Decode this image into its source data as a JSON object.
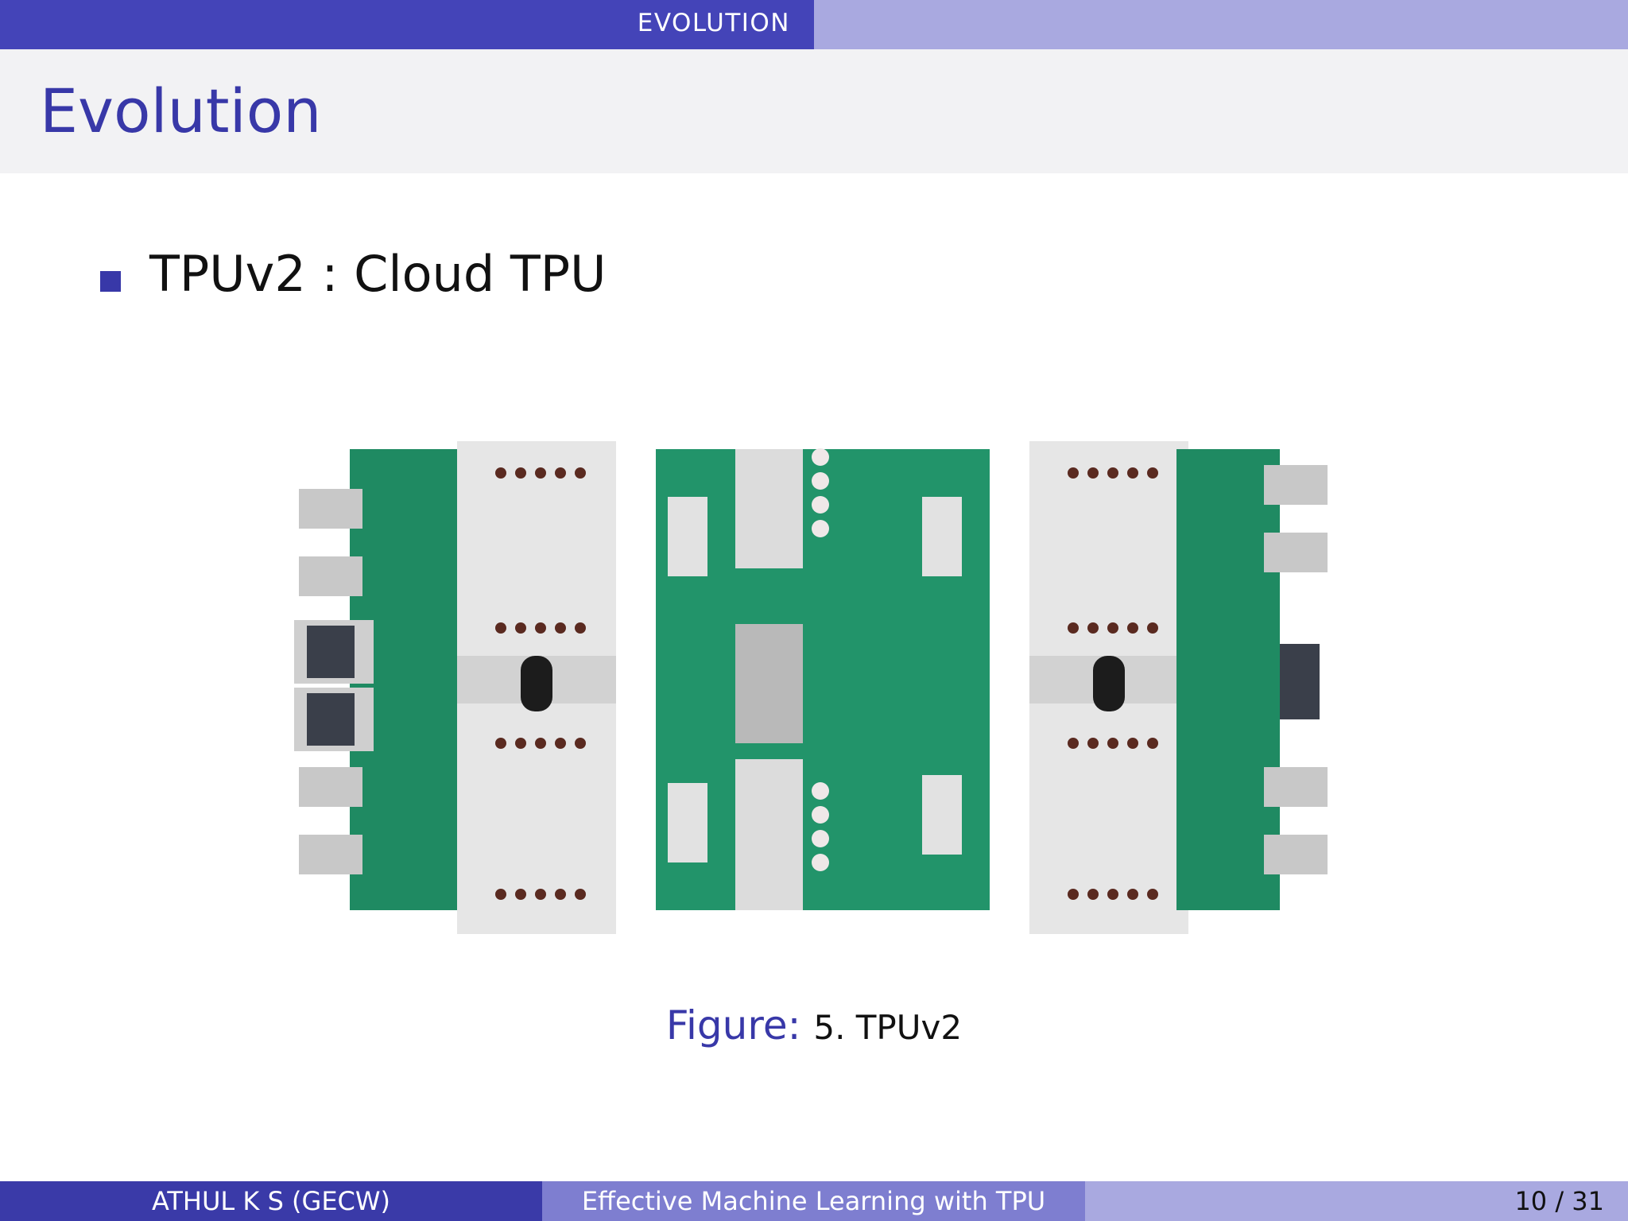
{
  "header": {
    "section": "EVOLUTION"
  },
  "frame": {
    "title": "Evolution"
  },
  "content": {
    "bullets": [
      {
        "text": "TPUv2 : Cloud TPU"
      }
    ],
    "figure": {
      "caption_label": "Figure:",
      "caption_text": "5. TPUv2"
    }
  },
  "footer": {
    "author": "ATHUL K S  (GECW)",
    "title": "Effective Machine Learning with TPU",
    "page": "10 / 31"
  },
  "colors": {
    "nav_dark": "#4444b8",
    "nav_light": "#a9a9e0",
    "title_text": "#3838a8",
    "title_bg": "#f2f2f4",
    "pcb_green": "#1f8a62",
    "heatsink": "#e6e6e6"
  }
}
